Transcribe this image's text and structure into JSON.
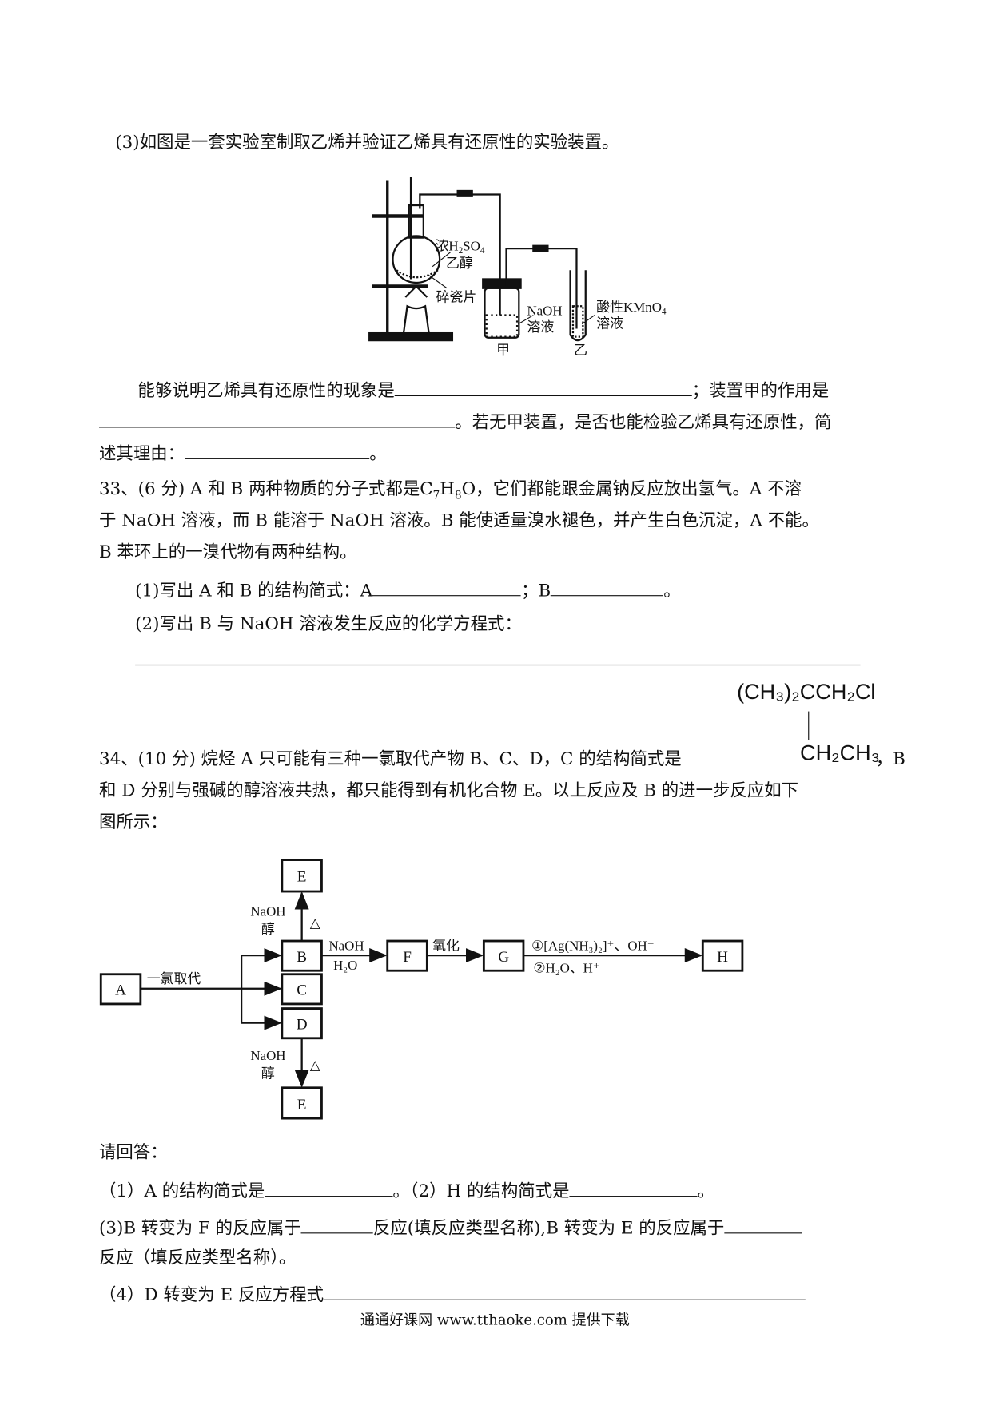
{
  "q32_3": {
    "intro": "(3)如图是一套实验室制取乙烯并验证乙烯具有还原性的实验装置。",
    "apparatus_labels": {
      "acid": "浓H",
      "acid_sub": "2",
      "acid_tail": "SO",
      "acid_sub2": "4",
      "ethanol": "乙醇",
      "chips": "碎瓷片",
      "naoh": "NaOH",
      "naoh_sol": "溶液",
      "kmno4": "酸性KMnO",
      "kmno4_sub": "4",
      "kmno4_sol": "溶液",
      "jia": "甲",
      "yi": "乙"
    },
    "line1_a": "能够说明乙烯具有还原性的现象是",
    "line1_b": "；装置甲的作用是",
    "line2": "。若无甲装置，是否也能检验乙烯具有还原性，简",
    "line3_a": "述其理由：",
    "line3_b": "。"
  },
  "q33": {
    "l1_a": "33、(6 分) A 和 B 两种物质的分子式都是C",
    "l1_sub1": "7",
    "l1_h": "H",
    "l1_sub2": "8",
    "l1_b": "O，它们都能跟金属钠反应放出氢气。A 不溶",
    "l2": "于 NaOH 溶液，而 B 能溶于 NaOH 溶液。B 能使适量溴水褪色，并产生白色沉淀，A 不能。",
    "l3": "B 苯环上的一溴代物有两种结构。",
    "p1_a": "(1)写出 A 和 B 的结构简式：A",
    "p1_b": "；B",
    "p1_c": "。",
    "p2": "(2)写出 B 与 NaOH 溶液发生反应的化学方程式："
  },
  "q34": {
    "formula_top": "(CH₃)₂CCH₂Cl",
    "formula_bottom": "CH₂CH₃",
    "l1_a": "34、(10 分) 烷烃 A 只可能有三种一氯取代产物 B、C、D，C 的结构简式是",
    "l1_b": "，B",
    "l2": "和 D 分别与强碱的醇溶液共热，都只能得到有机化合物 E。以上反应及 B 的进一步反应如下",
    "l3": "图所示：",
    "diagram": {
      "A": "A",
      "B": "B",
      "C": "C",
      "D": "D",
      "E_top": "E",
      "E_bottom": "E",
      "F": "F",
      "G": "G",
      "H": "H",
      "a_to_bcd": "一氯取代",
      "b_to_e_1": "NaOH",
      "b_to_e_2": "醇",
      "heat": "△",
      "b_to_f_1": "NaOH",
      "b_to_f_2": "H₂O",
      "f_to_g": "氧化",
      "g_to_h_1": "①[Ag(NH₃)₂]⁺、OH⁻",
      "g_to_h_2": "②H₂O、H⁺"
    },
    "ask": "请回答：",
    "a1_a": "（1）A 的结构简式是",
    "a1_b": "。（2）H 的结构简式是",
    "a1_c": "。",
    "a3_a": "(3)B 转变为 F 的反应属于",
    "a3_b": "反应(填反应类型名称),B 转变为 E 的反应属于",
    "a3_c": "反应（填反应类型名称）。",
    "a4": "（4）D 转变为 E 反应方程式"
  },
  "footer": "通通好课网  www.tthaoke.com  提供下载"
}
